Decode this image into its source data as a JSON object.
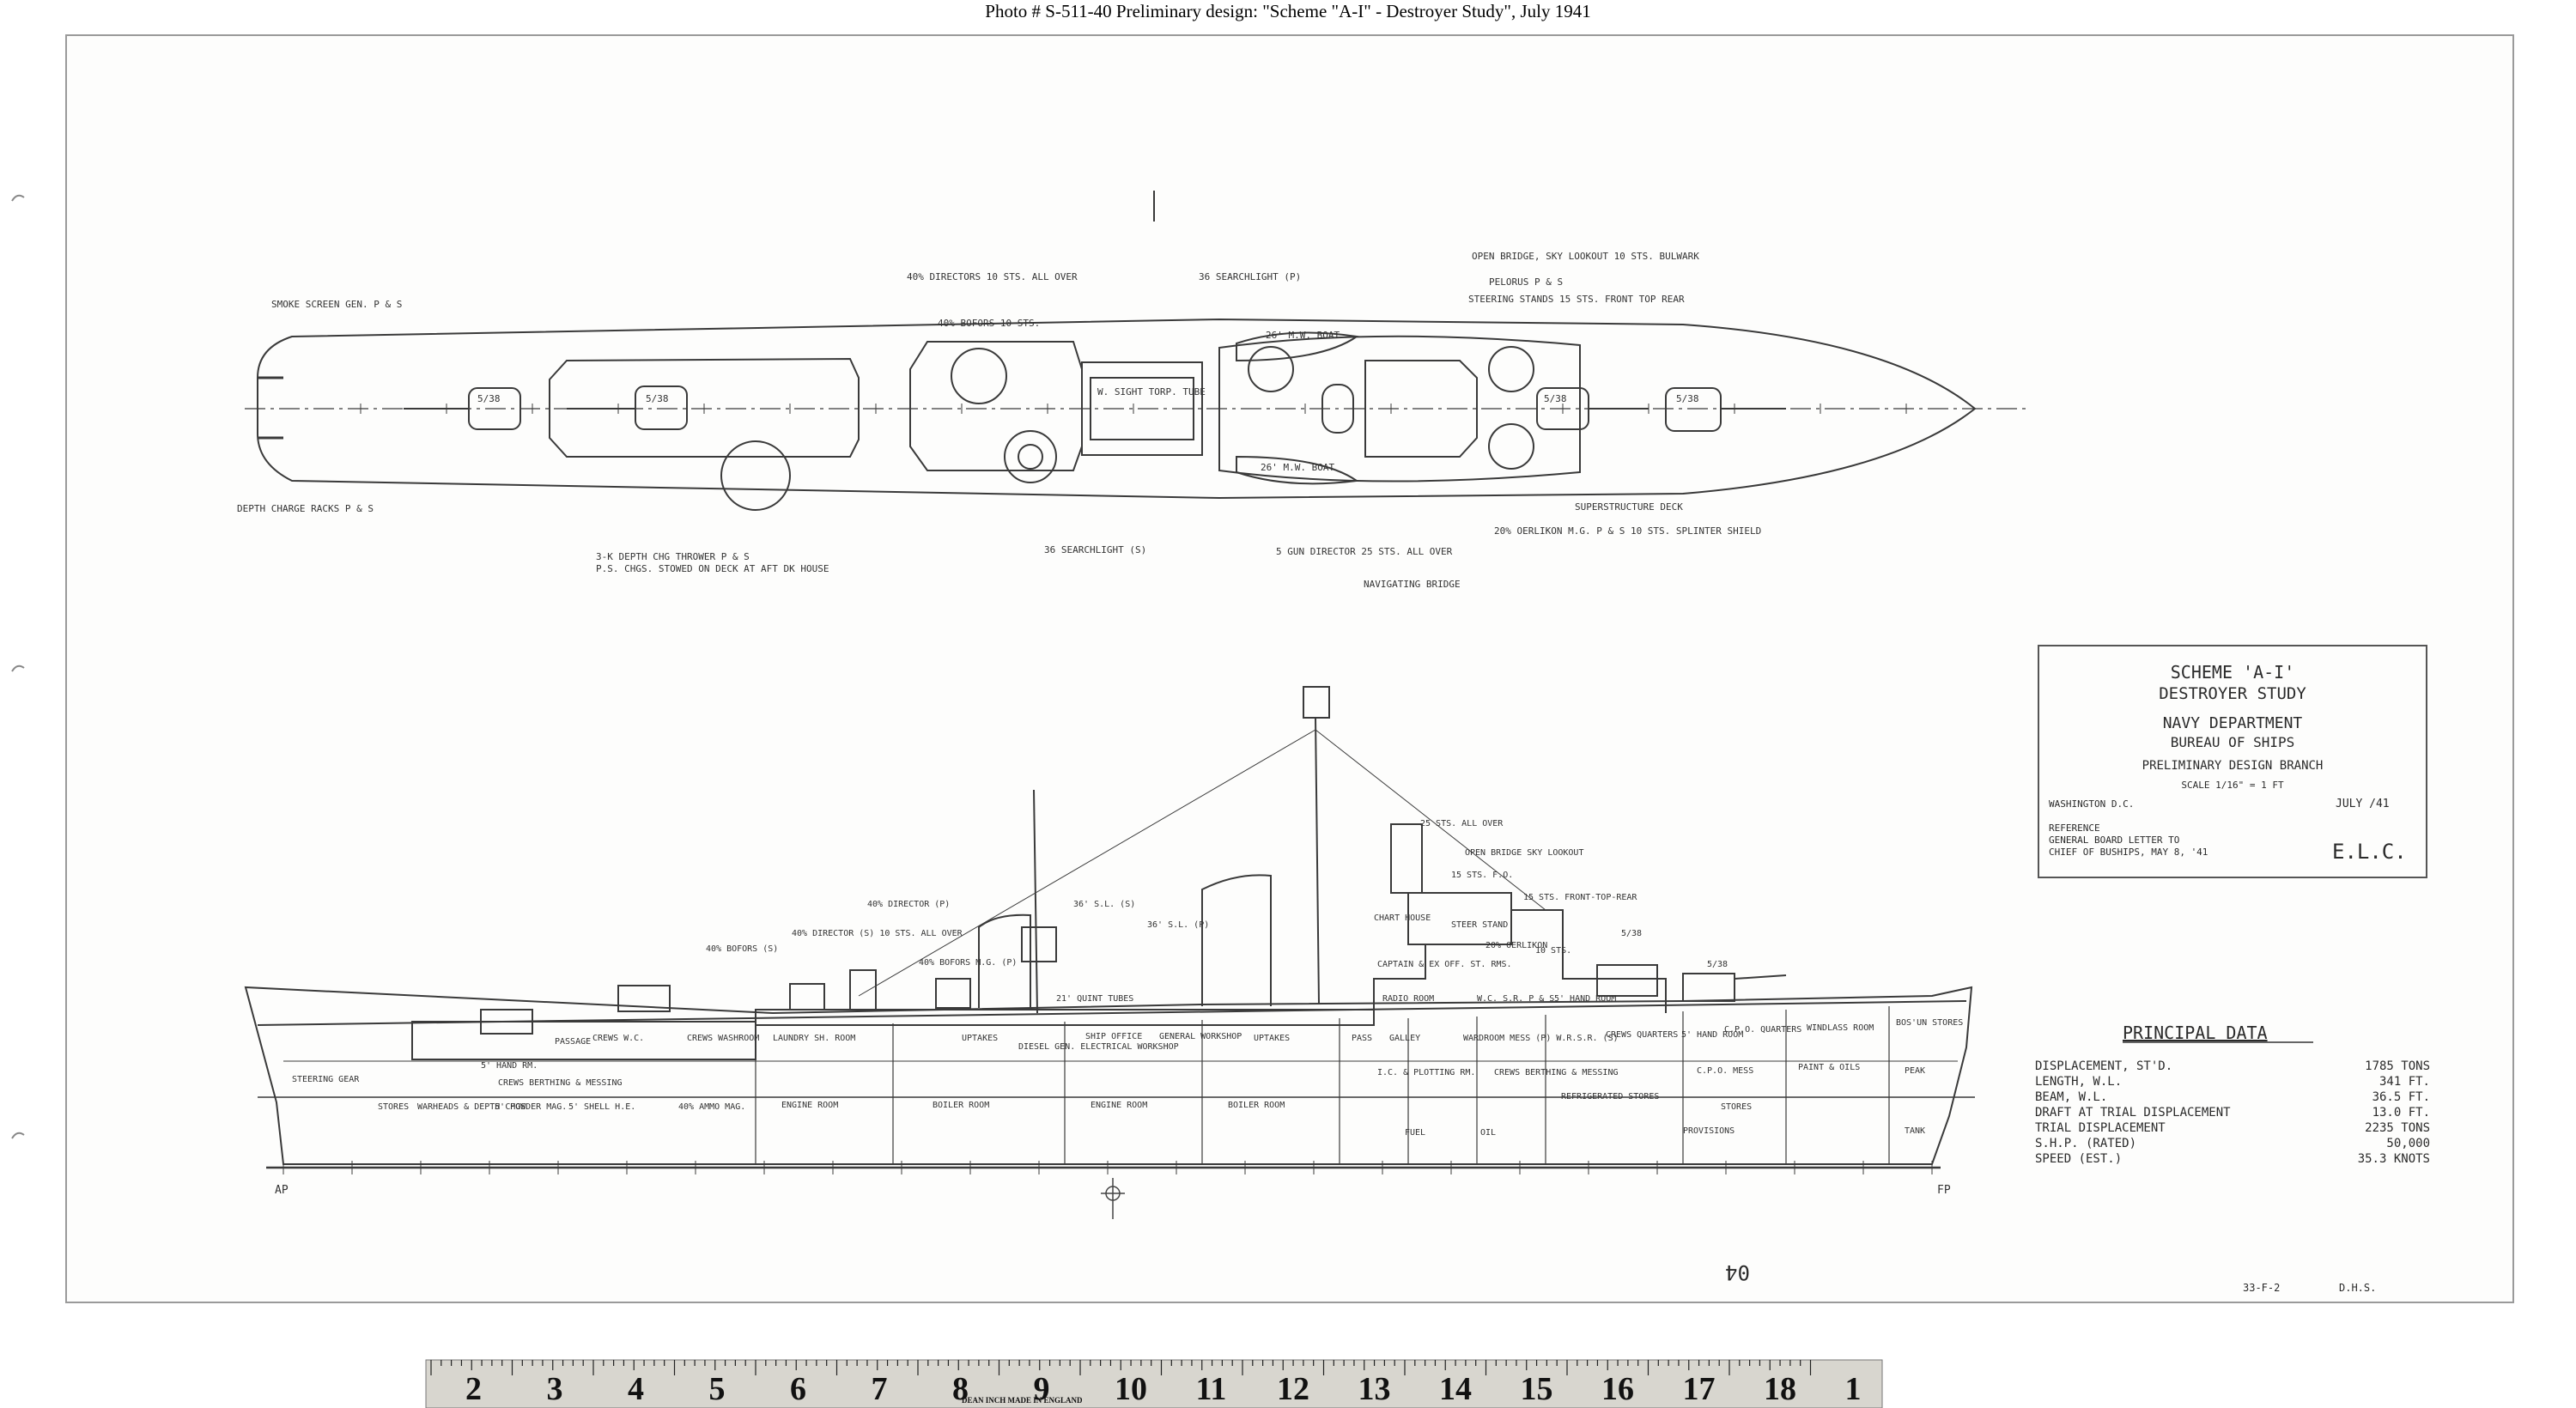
{
  "caption": "Photo # S-511-40   Preliminary design:  \"Scheme \"A-I\" - Destroyer Study\", July 1941",
  "plan_labels": {
    "smoke_screen": "SMOKE SCREEN GEN. P & S",
    "depth_charge_racks": "DEPTH CHARGE RACKS P & S",
    "depth_charge_throwers": "3-K DEPTH CHG THROWER P & S",
    "depth_charge_stowage": "P.S. CHGS. STOWED ON DECK AT AFT DK HOUSE",
    "directors_40mm": "40% DIRECTORS 10 STS. ALL OVER",
    "searchlight_top": "36 SEARCHLIGHT (P)",
    "searchlight_bottom": "36 SEARCHLIGHT (S)",
    "director_5in": "5 GUN DIRECTOR 25 STS. ALL OVER",
    "navigating_bridge": "NAVIGATING BRIDGE",
    "open_bridge": "OPEN BRIDGE, SKY LOOKOUT 10 STS. BULWARK",
    "pelorus": "PELORUS P & S",
    "steering_stands": "STEERING STANDS 15 STS. FRONT TOP REAR",
    "superstructure_deck": "SUPERSTRUCTURE DECK",
    "oerlikon": "20% OERLIKON M.G. P & S 10 STS. SPLINTER SHIELD",
    "boat_top": "26' M.W. BOAT",
    "boat_bottom": "26' M.W. BOAT",
    "tube": "W. SIGHT TORP. TUBE",
    "mount_a": "5/38",
    "mount_b": "5/38",
    "mount_c": "5/38",
    "mount_d": "5/38",
    "bofors": "40% BOFORS 10 STS."
  },
  "profile_labels": {
    "bofors_1": "40% BOFORS (S)",
    "director_1": "40% DIRECTOR (S) 10 STS. ALL OVER",
    "director_2": "40% DIRECTOR (P)",
    "bofors_2": "40% BOFORS M.G. (P)",
    "sl_1": "36' S.L. (S)",
    "sl_2": "36' S.L. (P)",
    "all_over": "25 STS. ALL OVER",
    "sky_lookout": "OPEN BRIDGE SKY LOOKOUT",
    "sts_15": "15 STS. F.O.",
    "front_top": "15 STS. FRONT-TOP-REAR",
    "gun_5_38": "5/38",
    "gun_5_38_b": "5/38",
    "sts_10": "10 STS.",
    "oerlikon_p": "20% OERLIKON",
    "torp_tubes": "21' QUINT TUBES",
    "chart_house": "CHART HOUSE",
    "steering_stand": "STEER STAND",
    "captain": "CAPTAIN & EX OFF. ST. RMS.",
    "radio": "RADIO ROOM",
    "wsr": "W.C. S.R. P & S",
    "hand_room": "5' HAND ROOM",
    "galley": "GALLEY",
    "wardroom": "WARDROOM MESS (P) W.R.S.R. (S)",
    "pass": "PASS",
    "crews_quarters": "CREWS QUARTERS",
    "hand_room_2": "5' HAND ROOM",
    "cpo_quarters": "C.P.O. QUARTERS",
    "windlass": "WINDLASS ROOM",
    "bosun": "BOS'UN STORES",
    "paint": "PAINT & OILS",
    "peak": "PEAK",
    "tank": "TANK",
    "cpo_mess": "C.P.O. MESS",
    "stores": "STORES",
    "provisions": "PROVISIONS",
    "berthing": "CREWS BERTHING & MESSING",
    "refrig": "REFRIGERATED STORES",
    "ic_plotting": "I.C. & PLOTTING RM.",
    "fuel": "FUEL",
    "oil": "OIL",
    "boiler_fwd": "BOILER ROOM",
    "engine_fwd": "ENGINE ROOM",
    "boiler_aft": "BOILER ROOM",
    "engine_aft": "ENGINE ROOM",
    "uptakes_fwd": "UPTAKES",
    "uptakes_aft": "UPTAKES",
    "workshop": "GENERAL WORKSHOP",
    "ship_office": "SHIP OFFICE",
    "diesel": "DIESEL GEN. ELECTRICAL WORKSHOP",
    "laundry": "LAUNDRY SH. ROOM",
    "crews_washroom": "CREWS WASHROOM",
    "crews_berthing": "CREWS BERTHING & MESSING",
    "crews_wc": "CREWS W.C.",
    "hand_rm_aft": "5' HAND RM.",
    "passage": "PASSAGE",
    "steering_gear": "STEERING GEAR",
    "stores_aft": "STORES",
    "warheads": "WARHEADS & DEPTH CHGS",
    "powder_mag": "5' POWDER MAG.",
    "shell_he": "5' SHELL H.E.",
    "ammo": "40% AMMO MAG.",
    "ap": "AP",
    "fp": "FP"
  },
  "title_block": {
    "line1": "SCHEME 'A-I'",
    "line2": "DESTROYER STUDY",
    "line3": "NAVY DEPARTMENT",
    "line4": "BUREAU OF SHIPS",
    "line5": "PRELIMINARY DESIGN BRANCH",
    "scale": "SCALE 1/16\" = 1 FT",
    "place": "WASHINGTON D.C.",
    "date": "JULY   /41",
    "ref1": "REFERENCE",
    "ref2": "GENERAL BOARD LETTER TO",
    "ref3": "CHIEF OF BUSHIPS, MAY 8, '41",
    "initials": "E.L.C."
  },
  "principal_data": {
    "heading": "PRINCIPAL DATA",
    "rows": [
      {
        "label": "DISPLACEMENT, ST'D.",
        "value": "1785 TONS"
      },
      {
        "label": "LENGTH, W.L.",
        "value": "341 FT."
      },
      {
        "label": "BEAM, W.L.",
        "value": "36.5 FT."
      },
      {
        "label": "DRAFT AT TRIAL DISPLACEMENT",
        "value": "13.0 FT."
      },
      {
        "label": "TRIAL DISPLACEMENT",
        "value": "2235 TONS"
      },
      {
        "label": "S.H.P. (RATED)",
        "value": "50,000"
      },
      {
        "label": "SPEED (EST.)",
        "value": "35.3 KNOTS"
      }
    ]
  },
  "footer": {
    "sheet_no": "04",
    "file_ref": "33-F-2",
    "drawn": "D.H.S."
  },
  "ruler": {
    "label": "DEAN  INCH  MADE IN ENGLAND",
    "numbers": [
      "2",
      "3",
      "4",
      "5",
      "6",
      "7",
      "8",
      "9",
      "10",
      "11",
      "12",
      "13",
      "14",
      "15",
      "16",
      "17",
      "18",
      "1"
    ]
  },
  "colors": {
    "line": "#3a3a3a",
    "ruler_bg": "#d8d6cf",
    "ruler_band": "#1c1c1c"
  }
}
